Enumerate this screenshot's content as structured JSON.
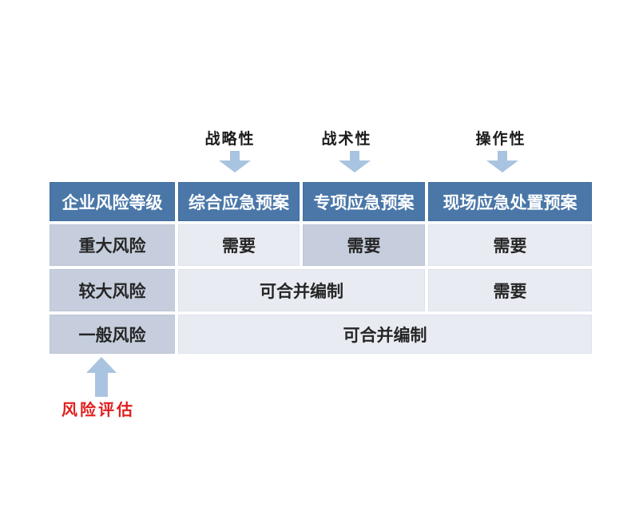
{
  "top_labels": [
    {
      "text": "战略性"
    },
    {
      "text": "战术性"
    },
    {
      "text": "操作性"
    }
  ],
  "table": {
    "headers": [
      "企业风险等级",
      "综合应急预案",
      "专项应急预案",
      "现场应急处置预案"
    ],
    "rows": [
      {
        "level": "重大风险",
        "comprehensive": "需要",
        "special": "需要",
        "onsite": "需要"
      },
      {
        "level": "较大风险",
        "combined": "可合并编制",
        "onsite": "需要"
      },
      {
        "level": "一般风险",
        "combined": "可合并编制"
      }
    ]
  },
  "bottom": {
    "label": "风险评估"
  },
  "colors": {
    "header_bg": "#4a77a8",
    "header_text": "#ffffff",
    "level_cell_bg": "#c6cedd",
    "value_cell_bg": "#e8ebf2",
    "highlight_cell_bg": "#c6cedd",
    "arrow_fill": "#a9c4e0",
    "annotation_text": "#e01f1f"
  }
}
